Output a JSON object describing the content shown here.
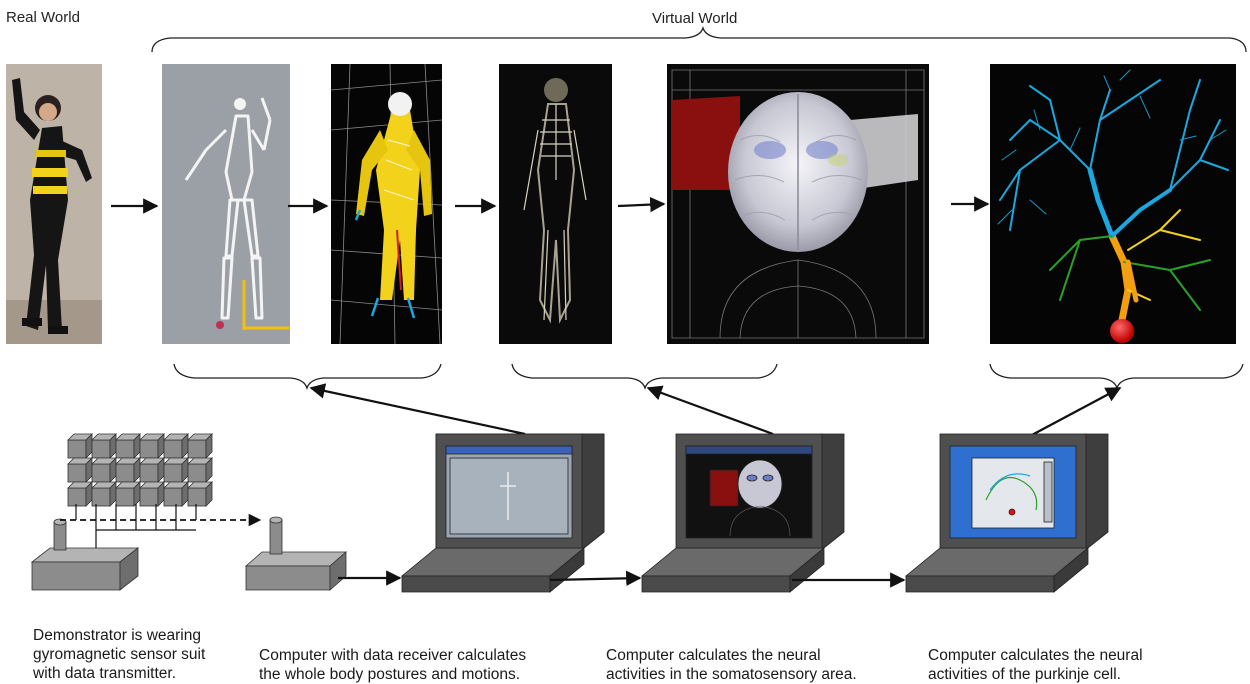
{
  "labels": {
    "real_world": "Real World",
    "virtual_world": "Virtual World"
  },
  "captions": {
    "demonstrator": "Demonstrator is wearing\ngyromagnetic sensor suit\nwith data transmitter.",
    "posture_computer": "Computer with data receiver calculates\nthe whole body postures and motions.",
    "somatosensory_computer": "Computer calculates the neural\nactivities in the somatosensory area.",
    "purkinje_computer": "Computer calculates the neural\nactivities of the purkinje cell."
  },
  "colors": {
    "device_gray": "#8c8c8c",
    "device_dark": "#4a4a4a",
    "sensor_suit_yellow": "#f2d21a",
    "dendrite_blue": "#1ba8e0",
    "dendrite_green": "#2aa02a",
    "soma_red": "#e01010",
    "screen_blue": "#2f6fd0"
  }
}
